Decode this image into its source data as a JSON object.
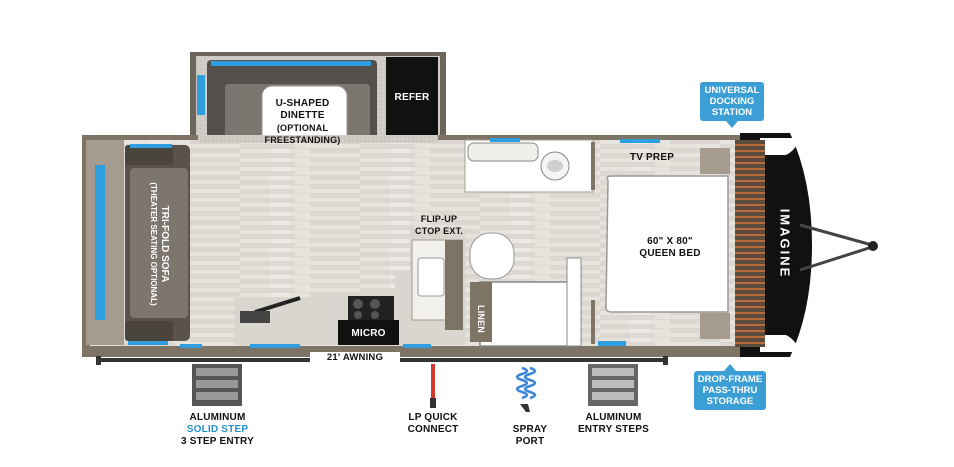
{
  "labels": {
    "dinette_line1": "U-SHAPED",
    "dinette_line2": "DINETTE",
    "dinette_line3": "(OPTIONAL",
    "dinette_line4": "FREESTANDING)",
    "refer": "REFER",
    "tv_prep": "TV PREP",
    "queen_bed_line1": "60\" x 80\"",
    "queen_bed_line2": "QUEEN BED",
    "flipup_line1": "FLIP-UP",
    "flipup_line2": "CTOP EXT.",
    "linen": "LINEN",
    "micro": "MICRO",
    "awning": "21' AWNING",
    "sofa_line1": "TRI-FOLD SOFA",
    "sofa_line2": "(THEATER SEATING OPTIONAL)",
    "brand": "IMAGINE",
    "step_line1": "ALUMINUM",
    "step_line2": "SOLID STEP",
    "step_line3": "3 STEP ENTRY",
    "lp_line1": "LP QUICK",
    "lp_line2": "CONNECT",
    "spray_line1": "SPRAY",
    "spray_line2": "PORT",
    "entry_line1": "ALUMINUM",
    "entry_line2": "ENTRY STEPS"
  },
  "callouts": {
    "docking_line1": "UNIVERSAL",
    "docking_line2": "DOCKING",
    "docking_line3": "STATION",
    "storage_line1": "DROP-FRAME",
    "storage_line2": "PASS-THRU",
    "storage_line3": "STORAGE"
  },
  "colors": {
    "floor": "#e4e0da",
    "wall": "#7d7466",
    "dark_fixture": "#111111",
    "sofa": "#5a534c",
    "window_blue": "#2f9ee0",
    "callout_blue": "#3b9fd6",
    "lp_red": "#d63a2f",
    "spray_blue": "#3d86d8"
  }
}
